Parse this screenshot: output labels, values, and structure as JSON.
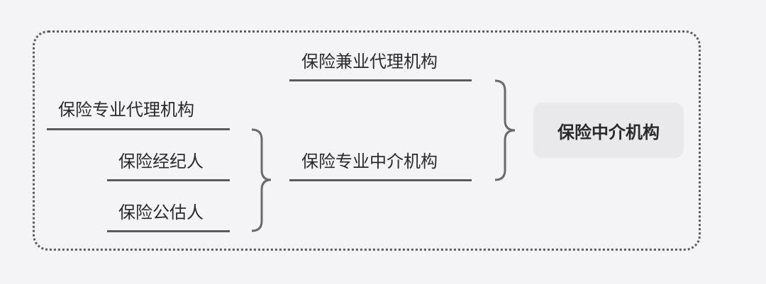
{
  "root": "保险中介机构",
  "level1": [
    {
      "label": "保险兼业代理机构"
    },
    {
      "label": "保险专业中介机构"
    }
  ],
  "level2": [
    {
      "label": "保险专业代理机构"
    },
    {
      "label": "保险经纪人"
    },
    {
      "label": "保险公估人"
    }
  ],
  "colors": {
    "background": "#f4f4f6",
    "line": "#5a5a5e",
    "root_fill": "#e9e9eb"
  }
}
